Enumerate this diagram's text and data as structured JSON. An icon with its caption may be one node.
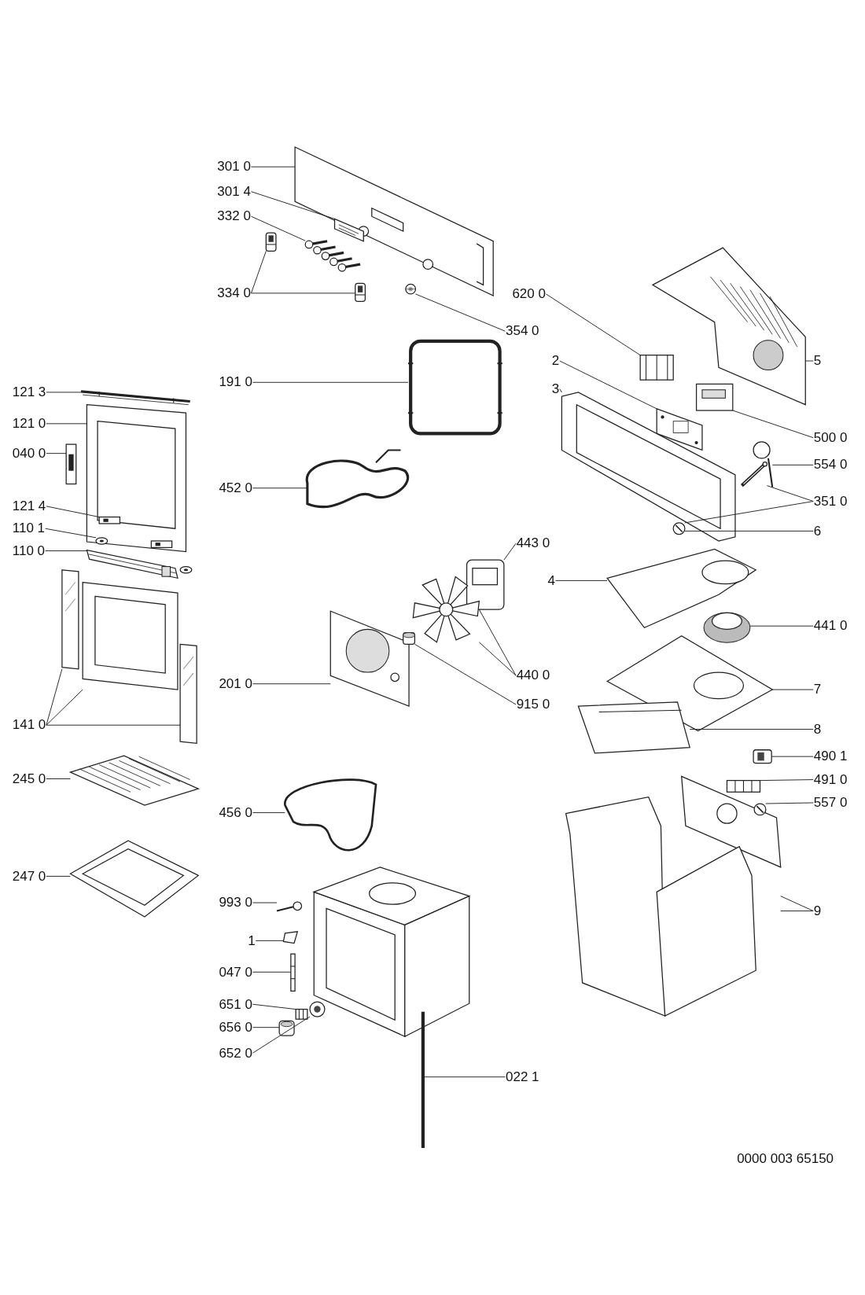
{
  "diagram": {
    "nodes": [
      {
        "text": [
          "301 0"
        ]
      },
      {
        "text": [
          "301 4"
        ]
      },
      {
        "text": [
          "332 0"
        ]
      },
      {
        "text": [
          "334 0"
        ]
      },
      {
        "text": [
          "620 0"
        ]
      },
      {
        "text": [
          "354 0"
        ]
      },
      {
        "text": [
          "2"
        ]
      },
      {
        "text": [
          "5"
        ]
      },
      {
        "text": [
          "191 0"
        ]
      },
      {
        "text": [
          "3"
        ]
      },
      {
        "text": [
          "121 3"
        ]
      },
      {
        "text": [
          "121 0"
        ]
      },
      {
        "text": [
          "500 0"
        ]
      },
      {
        "text": [
          "040 0"
        ]
      },
      {
        "text": [
          "554 0"
        ]
      },
      {
        "text": [
          "452 0"
        ]
      },
      {
        "text": [
          "351 0"
        ]
      },
      {
        "text": [
          "121 4"
        ]
      },
      {
        "text": [
          "110 1"
        ]
      },
      {
        "text": [
          "6"
        ]
      },
      {
        "text": [
          "443 0"
        ]
      },
      {
        "text": [
          "110 0"
        ]
      },
      {
        "text": [
          "4"
        ]
      },
      {
        "text": [
          "441 0"
        ]
      },
      {
        "text": [
          "440 0"
        ]
      },
      {
        "text": [
          "201 0"
        ]
      },
      {
        "text": [
          "7"
        ]
      },
      {
        "text": [
          "915 0"
        ]
      },
      {
        "text": [
          "141 0"
        ]
      },
      {
        "text": [
          "8"
        ]
      },
      {
        "text": [
          "490 1"
        ]
      },
      {
        "text": [
          "245 0"
        ]
      },
      {
        "text": [
          "491 0"
        ]
      },
      {
        "text": [
          "557 0"
        ]
      },
      {
        "text": [
          "456 0"
        ]
      },
      {
        "text": [
          "247 0"
        ]
      },
      {
        "text": [
          "993 0"
        ]
      },
      {
        "text": [
          "9"
        ]
      },
      {
        "text": [
          "1"
        ]
      },
      {
        "text": [
          "047 0"
        ]
      },
      {
        "text": [
          "651 0"
        ]
      },
      {
        "text": [
          "656 0"
        ]
      },
      {
        "text": [
          "652 0"
        ]
      },
      {
        "text": [
          "022 1"
        ]
      },
      {
        "text": [],
        "shape": "picture"
      },
      {
        "text": [],
        "shape": "picture"
      },
      {
        "text": [],
        "shape": "picture"
      },
      {
        "text": [],
        "shape": "picture"
      },
      {
        "text": [],
        "shape": "picture"
      },
      {
        "text": [],
        "shape": "picture"
      },
      {
        "text": [],
        "shape": "picture"
      },
      {
        "text": [],
        "shape": "picture"
      },
      {
        "text": [],
        "shape": "picture"
      },
      {
        "text": [],
        "shape": "picture"
      },
      {
        "text": [],
        "shape": "picture"
      },
      {
        "text": [],
        "shape": "picture"
      },
      {
        "text": [],
        "shape": "picture"
      },
      {
        "text": [],
        "shape": "picture"
      },
      {
        "text": [],
        "shape": "picture"
      },
      {
        "text": [],
        "shape": "picture"
      },
      {
        "text": [],
        "shape": "picture"
      },
      {
        "text": [],
        "shape": "picture"
      },
      {
        "text": [],
        "shape": "picture"
      },
      {
        "text": [],
        "shape": "picture",
        "in": 56
      },
      {
        "text": [],
        "shape": "picture"
      },
      {
        "text": [],
        "shape": "picture"
      },
      {
        "text": [],
        "shape": "picture"
      },
      {
        "text": [],
        "shape": "picture"
      },
      {
        "text": [],
        "shape": "picture"
      },
      {
        "text": [],
        "shape": "picture"
      },
      {
        "text": [],
        "shape": "picture"
      },
      {
        "text": [],
        "shape": "picture"
      },
      {
        "text": [],
        "shape": "picture"
      },
      {
        "text": [],
        "shape": "picture"
      },
      {
        "text": [],
        "shape": "picture"
      },
      {
        "text": [],
        "shape": "picture"
      },
      {
        "text": [],
        "shape": "picture"
      },
      {
        "text": [],
        "shape": "picture"
      },
      {
        "text": [],
        "shape": "picture"
      },
      {
        "text": [],
        "shape": "picture",
        "in": 84
      },
      {
        "text": [],
        "shape": "picture",
        "in": 84
      },
      {
        "text": [],
        "shape": "picture"
      },
      {
        "text": [],
        "shape": "picture"
      },
      {
        "text": [],
        "shape": "picture"
      },
      {
        "text": [],
        "shape": "picture"
      },
      {
        "text": [],
        "shape": "picture"
      },
      {
        "text": [],
        "shape": "picture"
      },
      {
        "text": [],
        "shape": "picture"
      },
      {
        "text": [],
        "shape": "picture"
      },
      {
        "text": [],
        "shape": "picture"
      },
      {
        "text": [],
        "shape": "picture"
      }
    ],
    "edges": [
      {
        "from": 0,
        "to": 44,
        "arrow": "none"
      },
      {
        "from": 1,
        "to": 45,
        "arrow": "none"
      },
      {
        "from": 2,
        "to": 46,
        "arrow": "none"
      },
      {
        "from": 3,
        "to": 47,
        "arrow": "none"
      },
      {
        "from": 3,
        "to": 48,
        "arrow": "none"
      },
      {
        "from": 4,
        "to": 49,
        "arrow": "none"
      },
      {
        "from": 5,
        "to": 50,
        "arrow": "none"
      },
      {
        "from": 6,
        "to": 51,
        "arrow": "none"
      },
      {
        "from": 7,
        "to": 52,
        "arrow": "none"
      },
      {
        "from": 8,
        "to": 53,
        "arrow": "none"
      },
      {
        "from": 9,
        "to": 54,
        "arrow": "none"
      },
      {
        "from": 10,
        "to": 55,
        "arrow": "none"
      },
      {
        "from": 11,
        "to": 56,
        "arrow": "none"
      },
      {
        "from": 12,
        "to": 57,
        "arrow": "none"
      },
      {
        "from": 13,
        "to": 58,
        "arrow": "none"
      },
      {
        "from": 14,
        "to": 59,
        "arrow": "none"
      },
      {
        "from": 15,
        "to": 60,
        "arrow": "none"
      },
      {
        "from": 16,
        "to": 61,
        "arrow": "none"
      },
      {
        "from": 16,
        "to": 62,
        "arrow": "none"
      },
      {
        "from": 17,
        "to": 63,
        "arrow": "none"
      },
      {
        "from": 18,
        "to": 64,
        "arrow": "none"
      },
      {
        "from": 19,
        "to": 62,
        "arrow": "none"
      },
      {
        "from": 20,
        "to": 65,
        "arrow": "none"
      },
      {
        "from": 21,
        "to": 66,
        "arrow": "none"
      },
      {
        "from": 22,
        "to": 67,
        "arrow": "none"
      },
      {
        "from": 23,
        "to": 68,
        "arrow": "none"
      },
      {
        "from": 24,
        "to": 69,
        "arrow": "none"
      },
      {
        "from": 24,
        "to": 69,
        "arrow": "none"
      },
      {
        "from": 25,
        "to": 70,
        "arrow": "none"
      },
      {
        "from": 26,
        "to": 71,
        "arrow": "none"
      },
      {
        "from": 27,
        "to": 72,
        "arrow": "none"
      },
      {
        "from": 28,
        "to": 73,
        "arrow": "none"
      },
      {
        "from": 28,
        "to": 74,
        "arrow": "none"
      },
      {
        "from": 28,
        "to": 75,
        "arrow": "none"
      },
      {
        "from": 29,
        "to": 76,
        "arrow": "none"
      },
      {
        "from": 30,
        "to": 77,
        "arrow": "none"
      },
      {
        "from": 31,
        "to": 78,
        "arrow": "none"
      },
      {
        "from": 32,
        "to": 79,
        "arrow": "none"
      },
      {
        "from": 33,
        "to": 80,
        "arrow": "none"
      },
      {
        "from": 34,
        "to": 81,
        "arrow": "none"
      },
      {
        "from": 35,
        "to": 82,
        "arrow": "none"
      },
      {
        "from": 36,
        "to": 83,
        "arrow": "none"
      },
      {
        "from": 37,
        "to": 84,
        "arrow": "none"
      },
      {
        "from": 37,
        "to": 84,
        "arrow": "none"
      },
      {
        "from": 38,
        "to": 85,
        "arrow": "none"
      },
      {
        "from": 39,
        "to": 86,
        "arrow": "none"
      },
      {
        "from": 40,
        "to": 87,
        "arrow": "none"
      },
      {
        "from": 41,
        "to": 88,
        "arrow": "none"
      },
      {
        "from": 42,
        "to": 89,
        "arrow": "none"
      },
      {
        "from": 43,
        "to": 90,
        "arrow": "none"
      }
    ],
    "labels": [
      "0000 003 65150"
    ]
  }
}
